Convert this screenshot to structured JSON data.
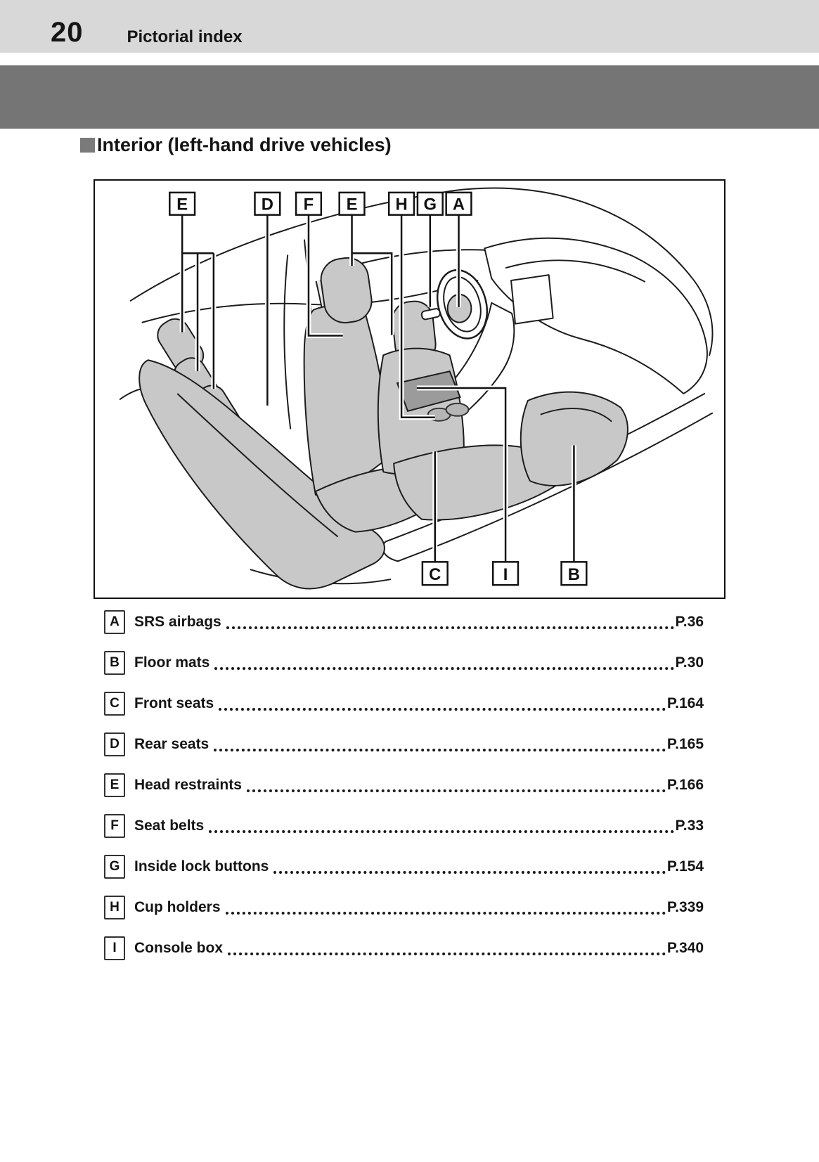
{
  "header": {
    "page_number": "20",
    "section": "Pictorial index"
  },
  "heading": {
    "text": "Interior (left-hand drive vehicles)"
  },
  "figure": {
    "description": "Line illustration of car interior (left-hand drive) in perspective view with lettered callouts",
    "top_labels": [
      "E",
      "D",
      "F",
      "E",
      "H",
      "G",
      "A"
    ],
    "bottom_labels": [
      "C",
      "I",
      "B"
    ]
  },
  "index_items": [
    {
      "key": "A",
      "label": "SRS airbags",
      "page": "P.36"
    },
    {
      "key": "B",
      "label": "Floor mats",
      "page": "P.30"
    },
    {
      "key": "C",
      "label": "Front seats",
      "page": "P.164"
    },
    {
      "key": "D",
      "label": "Rear seats",
      "page": "P.165"
    },
    {
      "key": "E",
      "label": "Head restraints",
      "page": "P.166"
    },
    {
      "key": "F",
      "label": "Seat belts",
      "page": "P.33"
    },
    {
      "key": "G",
      "label": "Inside lock buttons",
      "page": "P.154"
    },
    {
      "key": "H",
      "label": "Cup holders",
      "page": "P.339"
    },
    {
      "key": "I",
      "label": "Console box",
      "page": "P.340"
    }
  ],
  "colors": {
    "header_bar": "#d8d8d8",
    "chapter_band": "#757575",
    "bullet_square": "#7a7a7a",
    "seat_fill": "#c8c8c8",
    "console_fill": "#9b9b9b",
    "outline": "#1c1c1c"
  }
}
